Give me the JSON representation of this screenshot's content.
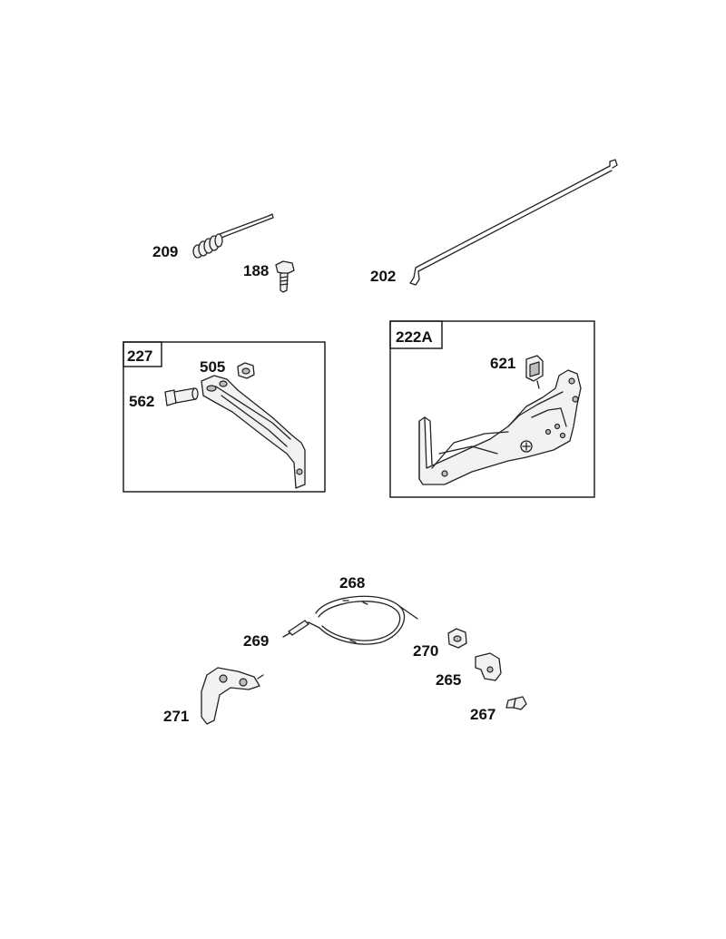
{
  "parts": {
    "p209": "209",
    "p188": "188",
    "p202": "202",
    "p505": "505",
    "p562": "562",
    "p621": "621",
    "p268": "268",
    "p269": "269",
    "p270": "270",
    "p265": "265",
    "p267": "267",
    "p271": "271"
  },
  "groups": {
    "g227": "227",
    "g222a": "222A"
  }
}
